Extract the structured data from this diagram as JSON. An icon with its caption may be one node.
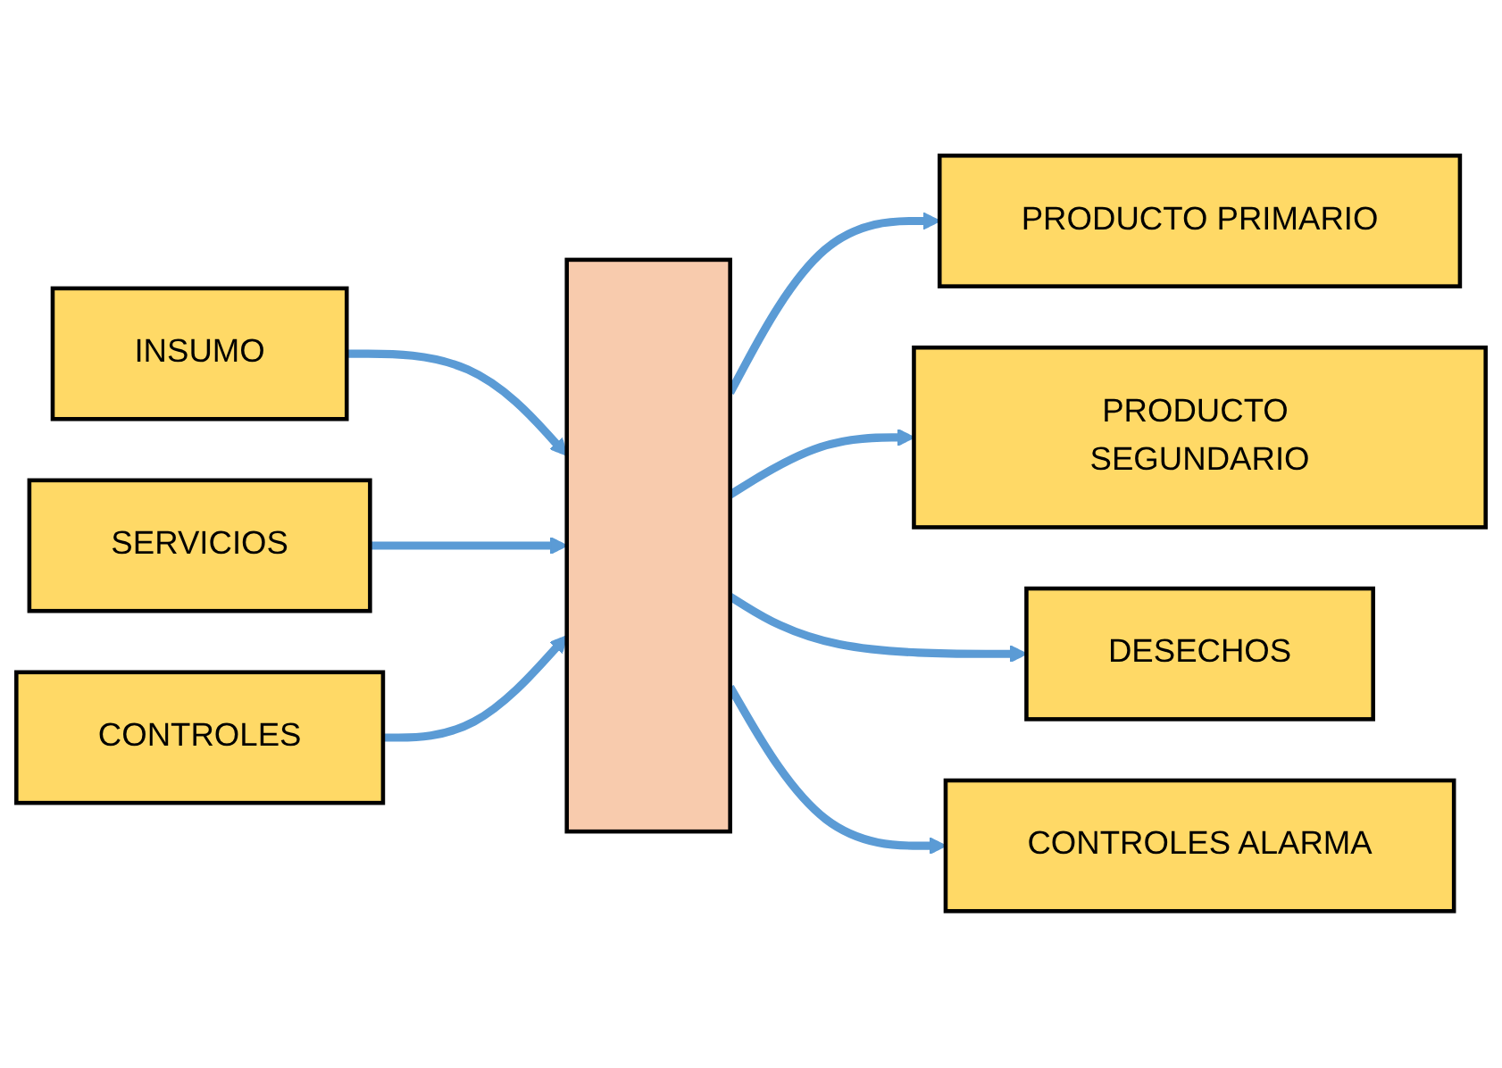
{
  "diagram": {
    "nodes": [
      {
        "text": [
          "INSUMO"
        ]
      },
      {
        "text": [
          "SERVICIOS"
        ]
      },
      {
        "text": [
          "CONTROLES"
        ]
      },
      {
        "text": [],
        "shape": "box"
      },
      {
        "text": [
          "PRODUCTO PRIMARIO"
        ]
      },
      {
        "text": [
          "PRODUCTO SEGUNDARIO"
        ]
      },
      {
        "text": [
          "DESECHOS"
        ]
      },
      {
        "text": [
          "CONTROLES ALARMA"
        ]
      }
    ],
    "edges": [
      {
        "from": 0,
        "to": 3,
        "arrow": "to"
      },
      {
        "from": 1,
        "to": 3,
        "arrow": "to"
      },
      {
        "from": 2,
        "to": 3,
        "arrow": "to"
      },
      {
        "from": 3,
        "to": 4,
        "arrow": "to"
      },
      {
        "from": 3,
        "to": 5,
        "arrow": "to"
      },
      {
        "from": 3,
        "to": 6,
        "arrow": "to"
      },
      {
        "from": 3,
        "to": 7,
        "arrow": "to"
      }
    ]
  }
}
